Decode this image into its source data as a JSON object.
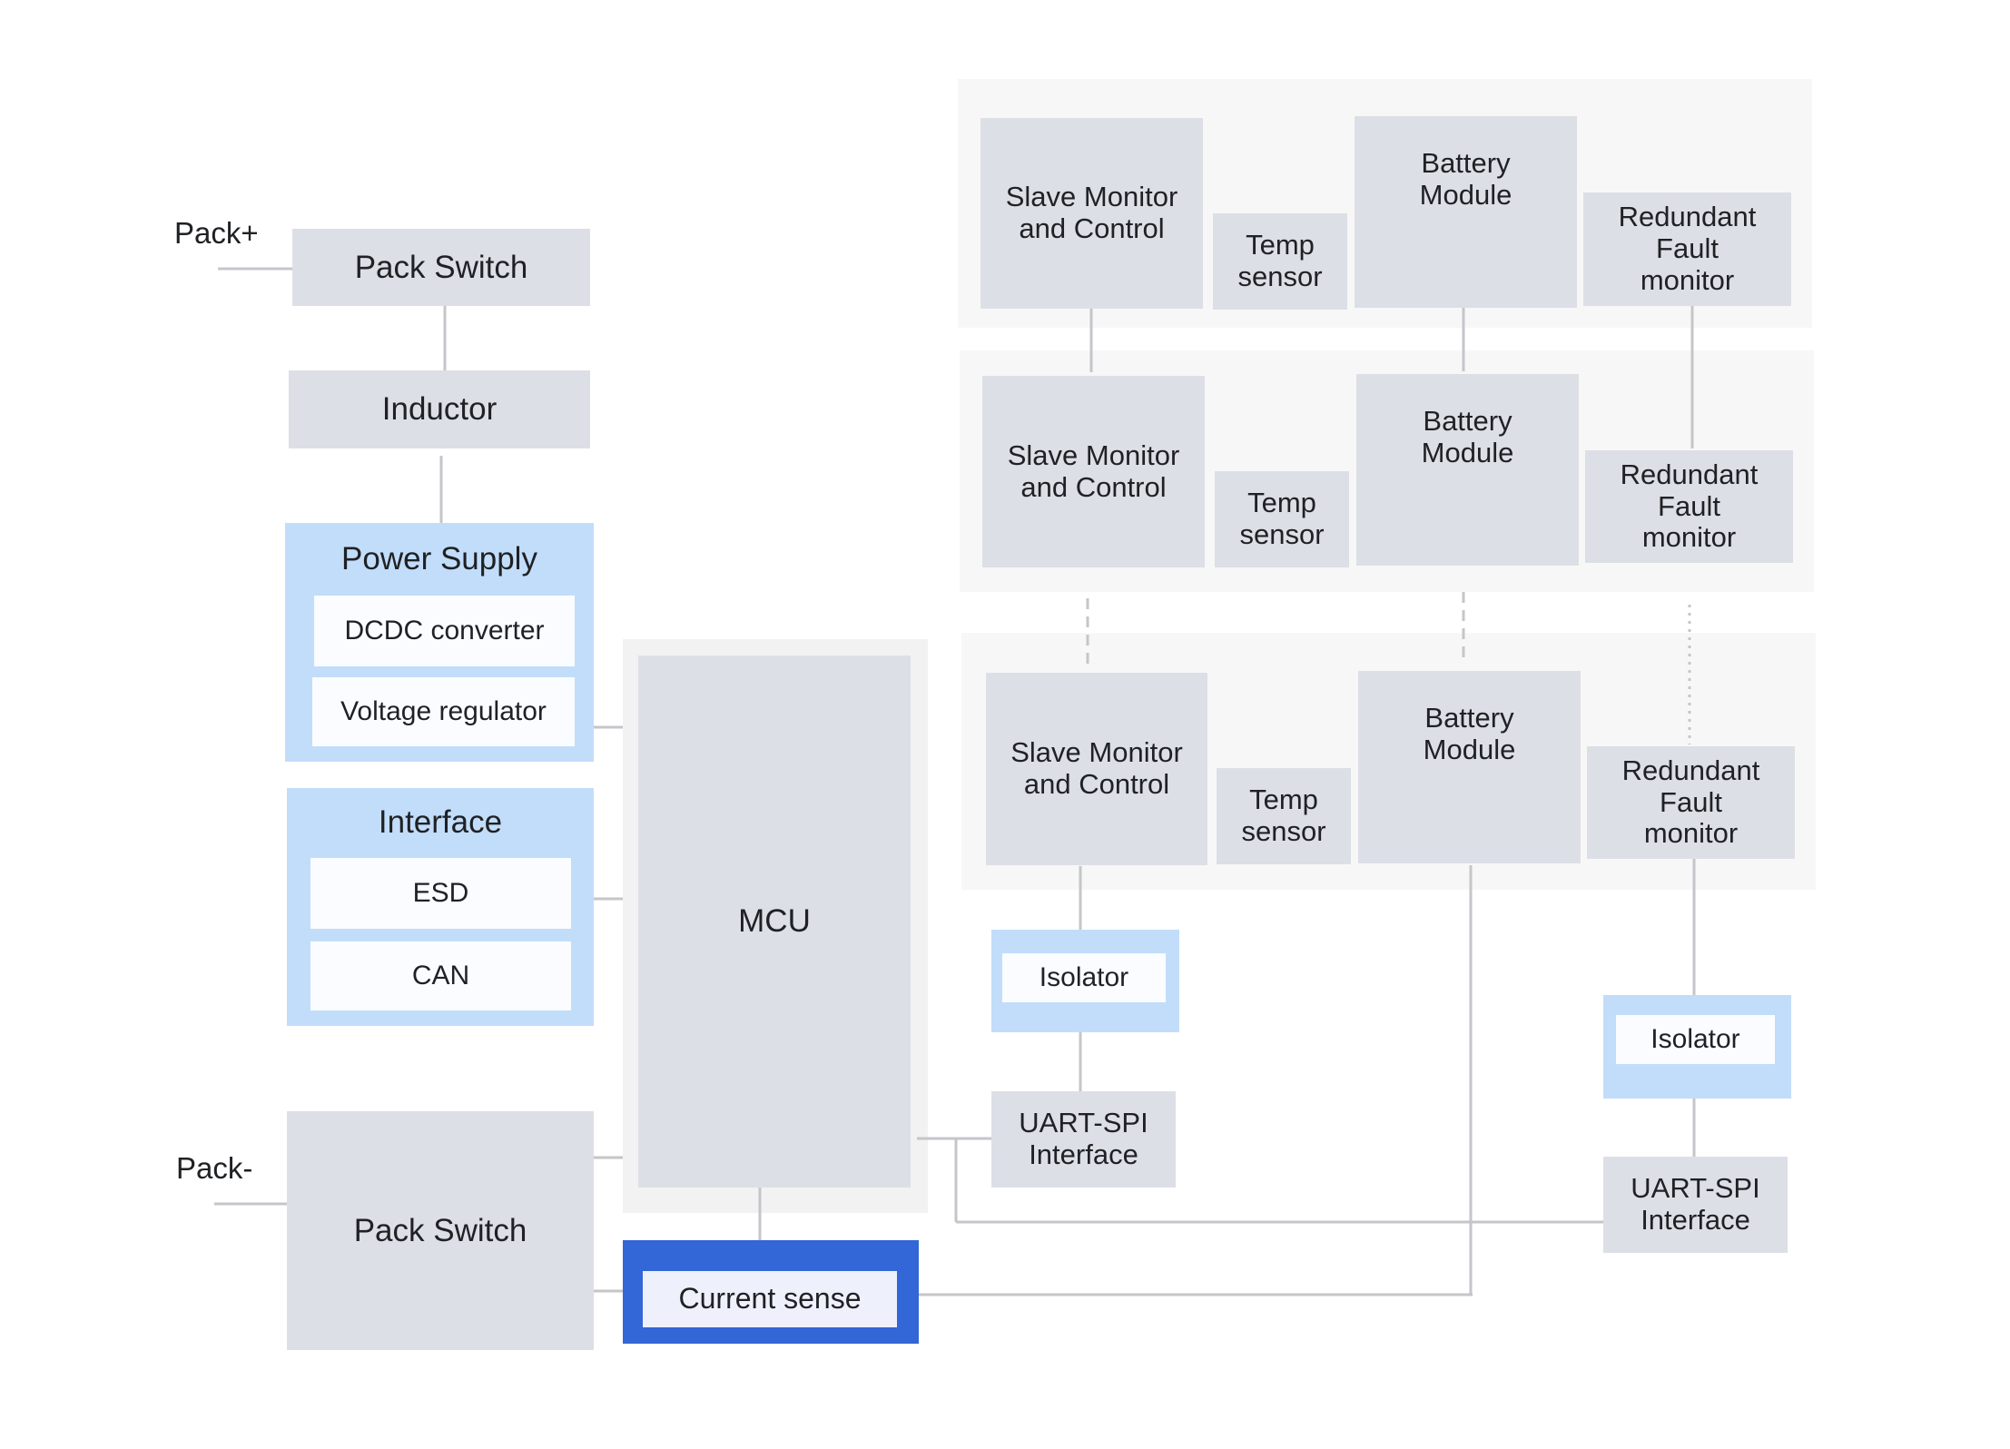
{
  "terminals": {
    "pack_pos": "Pack+",
    "pack_neg": "Pack-"
  },
  "left": {
    "pack_switch_top": "Pack Switch",
    "inductor": "Inductor",
    "power_supply": {
      "title": "Power Supply",
      "items": [
        "DCDC converter",
        "Voltage regulator"
      ]
    },
    "interface": {
      "title": "Interface",
      "items": [
        "ESD",
        "CAN"
      ]
    },
    "pack_switch_bottom": "Pack Switch"
  },
  "center": {
    "mcu": "MCU",
    "current_sense": "Current sense"
  },
  "modules": [
    {
      "slave": "Slave Monitor\nand Control",
      "temp": "Temp\nsensor",
      "battery": "Battery\nModule",
      "fault": "Redundant\nFault\nmonitor"
    },
    {
      "slave": "Slave Monitor\nand Control",
      "temp": "Temp\nsensor",
      "battery": "Battery\nModule",
      "fault": "Redundant\nFault\nmonitor"
    },
    {
      "slave": "Slave Monitor\nand Control",
      "temp": "Temp\nsensor",
      "battery": "Battery\nModule",
      "fault": "Redundant\nFault\nmonitor"
    }
  ],
  "isolation": {
    "isolator_left": "Isolator",
    "uart_left": "UART-SPI\nInterface",
    "isolator_right": "Isolator",
    "uart_right": "UART-SPI\nInterface"
  },
  "colors": {
    "block": "#dcdfe6",
    "group": "#c2ddfa",
    "highlight": "#3366d6",
    "panel": "#f7f7f7",
    "wire": "#c4c6ca"
  }
}
